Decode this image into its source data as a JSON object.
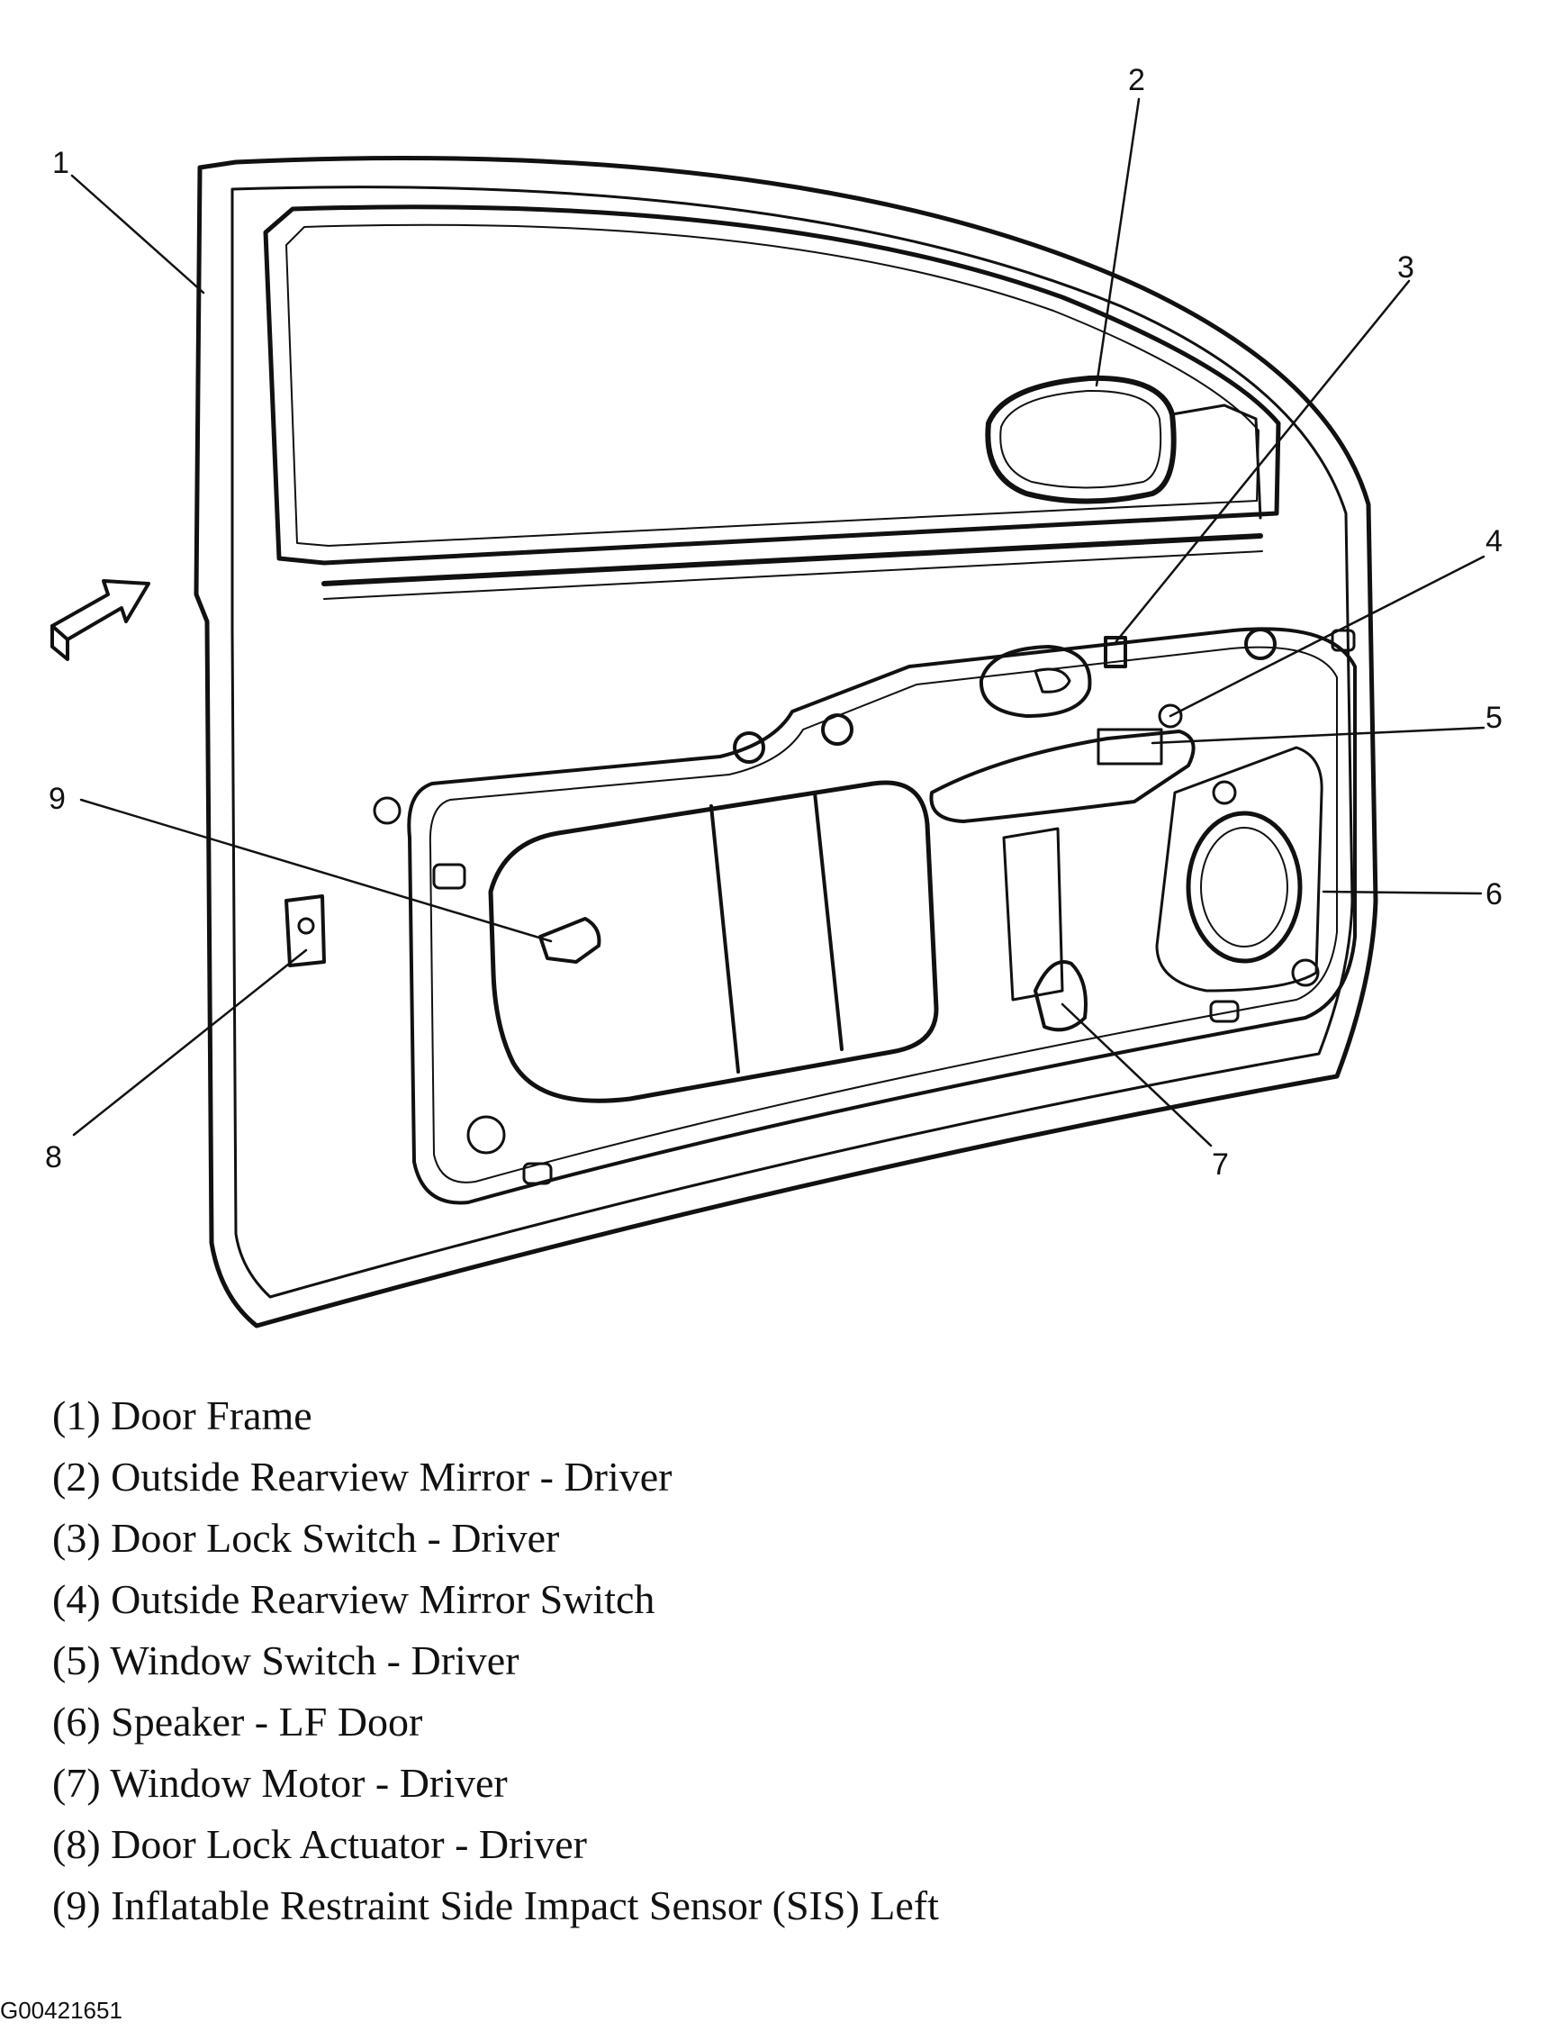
{
  "callouts": [
    "1",
    "2",
    "3",
    "4",
    "5",
    "6",
    "7",
    "8",
    "9"
  ],
  "legend": [
    "(1) Door Frame",
    "(2) Outside Rearview Mirror - Driver",
    "(3) Door Lock Switch - Driver",
    "(4) Outside Rearview Mirror Switch",
    "(5) Window Switch - Driver",
    "(6) Speaker - LF Door",
    "(7) Window Motor - Driver",
    "(8) Door Lock Actuator - Driver",
    "(9) Inflatable Restraint Side Impact Sensor (SIS) Left"
  ],
  "figure_id": "G00421651"
}
